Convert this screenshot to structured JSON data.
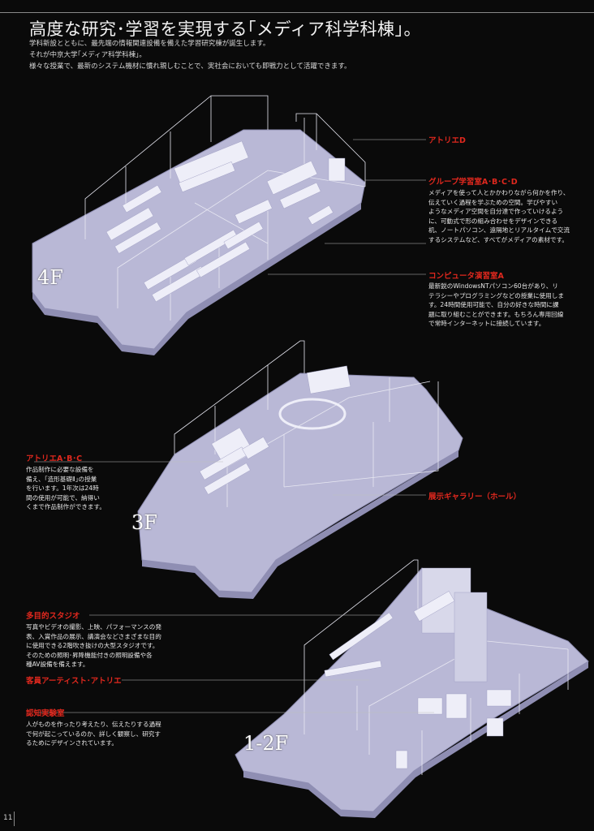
{
  "title": "高度な研究･学習を実現する｢メディア科学科棟｣。",
  "intro": [
    "学科新設とともに、最先端の情報関連設備を備えた学習研究棟が誕生します。",
    "それが中京大学｢メディア科学科棟｣。",
    "様々な授業で、最新のシステム機材に慣れ親しむことで、実社会においても即戦力として活躍できます。"
  ],
  "floors": {
    "f4": "4F",
    "f3": "3F",
    "f12": "1-2F"
  },
  "annotations": {
    "atelier_d": {
      "title": "アトリエD"
    },
    "group_room": {
      "title": "グループ学習室A･B･C･D",
      "lines": [
        "メディアを使って人とかかわりながら何かを作り、",
        "伝えていく過程を学ぶための空間。学びやすい",
        "ようなメディア空間を自分達で作っていけるよう",
        "に、可動式で形の組み合わせをデザインできる",
        "机、ノートパソコン、遠隔地とリアルタイムで交流",
        "するシステムなど、すべてがメディアの素材です。"
      ]
    },
    "computer_room": {
      "title": "コンピュータ演習室A",
      "lines": [
        "最新鋭のWindowsNTパソコン60台があり、リ",
        "テラシーやプログラミングなどの授業に使用しま",
        "す。24時間使用可能で、自分の好きな時間に課",
        "題に取り組むことができます。もちろん専用回線",
        "で常時インターネットに接続しています。"
      ]
    },
    "atelier_abc": {
      "title": "アトリエA･B･C",
      "lines": [
        "作品制作に必要な設備を",
        "備え、｢造形基礎Ⅱ｣の授業",
        "を行います。1年次は24時",
        "間の使用が可能で、納得い",
        "くまで作品制作ができます。"
      ]
    },
    "gallery": {
      "title": "展示ギャラリー（ホール）"
    },
    "studio": {
      "title": "多目的スタジオ",
      "lines": [
        "写真やビデオの撮影、上映、パフォーマンスの発",
        "表、入賞作品の展示、講演会などさまざまな目的",
        "に使用できる2階吹き抜けの大型スタジオです。",
        "そのための照明･昇降機能付きの照明設備や各",
        "種AV設備を備えます。"
      ]
    },
    "guest_atelier": {
      "title": "客員アーティスト･アトリエ"
    },
    "cognition_lab": {
      "title": "認知実験室",
      "lines": [
        "人がものを作ったり考えたり、伝えたりする過程",
        "で何が起こっているのか、詳しく観察し、研究す",
        "るためにデザインされています。"
      ]
    }
  },
  "page_number": "11",
  "colors": {
    "floor": "#b9b8d6",
    "floor_edge": "#8f8eb3",
    "furniture": "#eeeef8",
    "accent": "#e0281e",
    "background": "#0a0a0a"
  }
}
